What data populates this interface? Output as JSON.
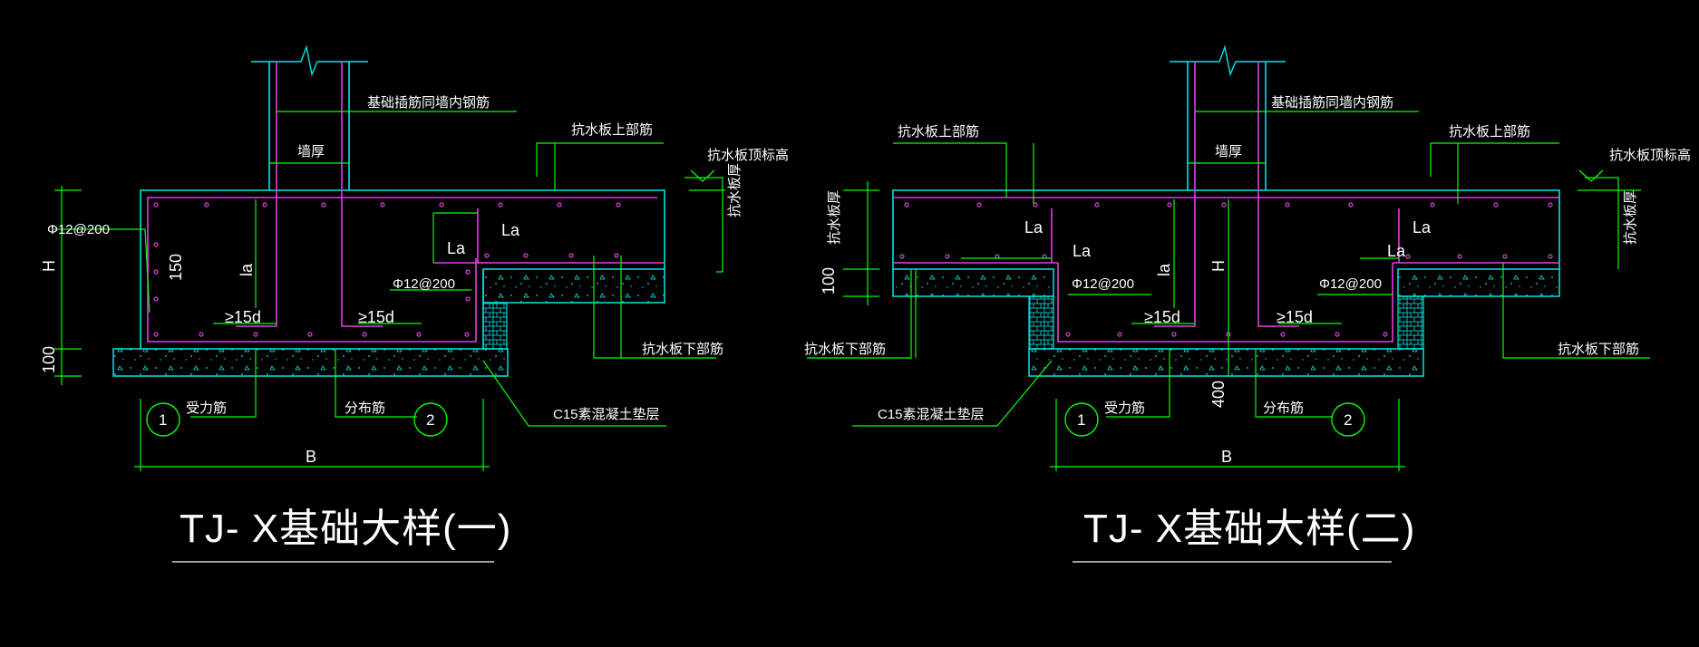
{
  "colors": {
    "background": "#000000",
    "concrete": "#00e5e5",
    "rebar": "#e040e0",
    "leader": "#00ff00",
    "text": "#ffffff"
  },
  "detail1": {
    "title": "TJ- X基础大样(一)",
    "wall_rebar_label": "基础插筋同墙内钢筋",
    "wall_thickness": "墙厚",
    "slab_top_rebar": "抗水板上部筋",
    "slab_top_elev": "抗水板顶标高",
    "slab_thickness": "抗水板厚",
    "stirrup_left": "Φ12@200",
    "stirrup_mid": "Φ12@200",
    "dim_H": "H",
    "dim_150": "150",
    "dim_la": "la",
    "dim_La1": "La",
    "dim_La2": "La",
    "anchor_left": "≥15d",
    "anchor_right": "≥15d",
    "dim_100": "100",
    "slab_bottom_rebar": "抗水板下部筋",
    "main_bar": "受力筋",
    "dist_bar": "分布筋",
    "marker1": "1",
    "marker2": "2",
    "cushion": "C15素混凝土垫层",
    "dim_B": "B"
  },
  "detail2": {
    "title": "TJ- X基础大样(二)",
    "wall_rebar_label": "基础插筋同墙内钢筋",
    "wall_thickness": "墙厚",
    "slab_top_rebar_left": "抗水板上部筋",
    "slab_top_rebar_right": "抗水板上部筋",
    "slab_top_elev": "抗水板顶标高",
    "slab_thickness_left": "抗水板厚",
    "slab_thickness_right": "抗水板厚",
    "dim_100": "100",
    "dim_La_left": "La",
    "dim_La_mid": "La",
    "dim_La_right1": "La",
    "dim_La_right2": "La",
    "stirrup_left": "Φ12@200",
    "stirrup_right": "Φ12@200",
    "dim_la": "la",
    "dim_H": "H",
    "anchor_left": "≥15d",
    "anchor_right": "≥15d",
    "slab_bottom_rebar_left": "抗水板下部筋",
    "slab_bottom_rebar_right": "抗水板下部筋",
    "cushion": "C15素混凝土垫层",
    "dim_400": "400",
    "main_bar": "受力筋",
    "dist_bar": "分布筋",
    "marker1": "1",
    "marker2": "2",
    "dim_B": "B"
  }
}
